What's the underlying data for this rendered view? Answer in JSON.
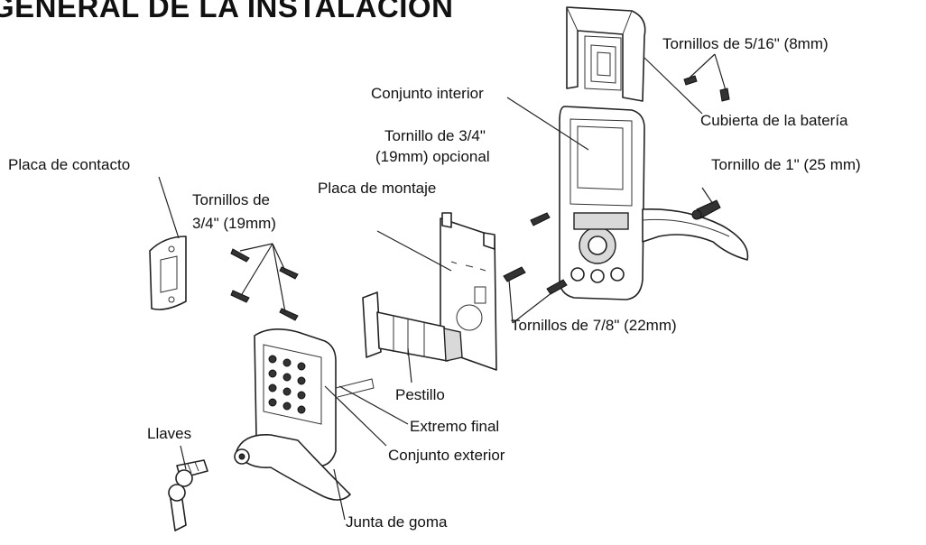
{
  "title": "GENERAL DE LA INSTALACIÓN",
  "labels": {
    "tornillos_5_16": "Tornillos de 5/16\" (8mm)",
    "conjunto_interior": "Conjunto interior",
    "cubierta_bateria": "Cubierta de la batería",
    "tornillo_3_4_line1": "Tornillo de 3/4\"",
    "tornillo_3_4_line2": "(19mm) opcional",
    "tornillo_1": "Tornillo de 1\" (25 mm)",
    "placa_contacto": "Placa de contacto",
    "tornillos_3_4_line1": "Tornillos de",
    "tornillos_3_4_line2": "3/4\" (19mm)",
    "placa_montaje": "Placa de montaje",
    "tornillos_7_8": "Tornillos de 7/8\" (22mm)",
    "pestillo": "Pestillo",
    "extremo_final": "Extremo final",
    "llaves": "Llaves",
    "conjunto_exterior": "Conjunto exterior",
    "junta_goma": "Junta de goma"
  }
}
